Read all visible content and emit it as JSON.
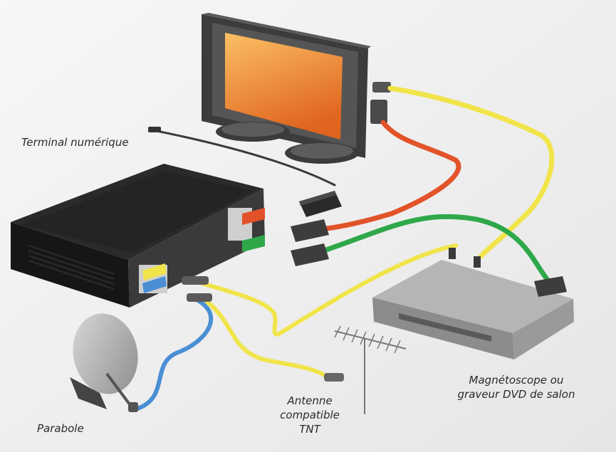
{
  "labels": {
    "terminal": "Terminal numérique",
    "antenna": [
      "Antenne",
      "compatible",
      "TNT"
    ],
    "recorder": [
      "Magnétoscope ou",
      "graveur DVD de salon"
    ],
    "dish": "Parabole"
  },
  "colors": {
    "background": "#f2f2f2",
    "cable_red": "#e2532a",
    "cable_green": "#2fa84a",
    "cable_yellow": "#f1e44a",
    "cable_blue": "#4a8fd4",
    "cable_black": "#3a3a3a",
    "screen_top": "#f7a84b",
    "screen_bottom": "#e0651e",
    "device_dark": "#1d1d1d",
    "device_silver": "#9c9c9c",
    "dish": "#a8a8a8"
  }
}
